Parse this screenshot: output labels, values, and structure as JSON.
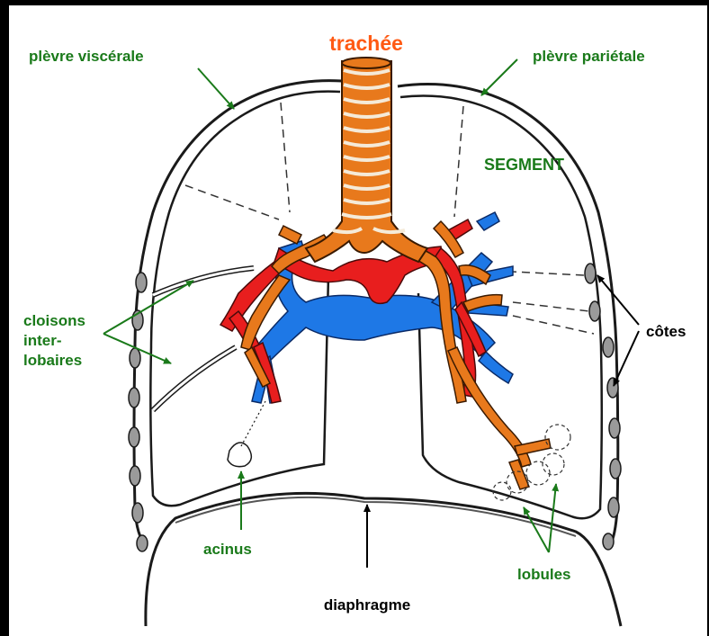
{
  "labels": {
    "trachea": "trachée",
    "visceral_pleura": "plèvre viscérale",
    "parietal_pleura": "plèvre pariétale",
    "segment": "SEGMENT",
    "septa_line1": "cloisons",
    "septa_line2": "inter-",
    "septa_line3": "lobaires",
    "ribs": "côtes",
    "acinus": "acinus",
    "diaphragm": "diaphragme",
    "lobules": "lobules"
  },
  "colors": {
    "frame_background": "#000000",
    "canvas_background": "#ffffff",
    "label_green": "#1a7a1a",
    "label_trachea": "#ff5a14",
    "label_black": "#000000",
    "outline": "#1a1a1a",
    "trachea_fill": "#e8791c",
    "artery_red": "#e81e1e",
    "vein_blue": "#1e78e6",
    "bronchi_orange": "#e8791c",
    "rib_fill": "#9a9a9a"
  }
}
